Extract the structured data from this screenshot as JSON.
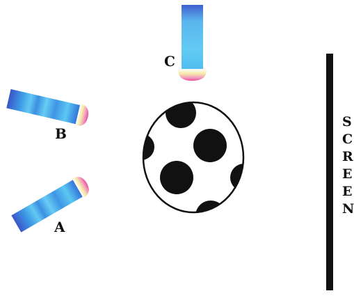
{
  "torches": [
    {
      "id": "A",
      "label": "A"
    },
    {
      "id": "B",
      "label": "B"
    },
    {
      "id": "C",
      "label": "C"
    }
  ],
  "screen": {
    "letters": [
      "S",
      "C",
      "R",
      "E",
      "E",
      "N"
    ]
  },
  "colors": {
    "torch_dark": "#3b6fd8",
    "torch_light": "#5fd3f5",
    "lens_pink": "#f06fa5",
    "lens_yellow": "#f7e9a8",
    "ball_spots": "#111111",
    "screen_bar": "#111111"
  }
}
